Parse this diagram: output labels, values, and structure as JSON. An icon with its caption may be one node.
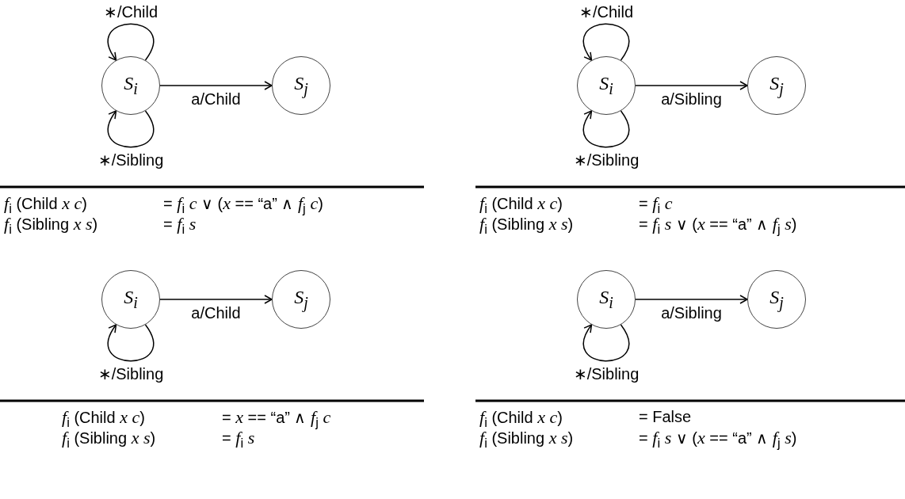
{
  "diagram": {
    "nodes": [
      {
        "text": [
          "S$_{i}$"
        ]
      },
      {
        "text": [
          "S$_{j}$"
        ]
      },
      {
        "text": [
          "S$_{i}$"
        ]
      },
      {
        "text": [
          "S$_{j}$"
        ]
      },
      {
        "text": [
          "S$_{i}$"
        ]
      },
      {
        "text": [
          "S$_{j}$"
        ]
      },
      {
        "text": [
          "S$_{i}$"
        ]
      },
      {
        "text": [
          "S$_{j}$"
        ]
      }
    ],
    "edges": [
      {
        "from": 0,
        "to": 0,
        "arrow": "to",
        "label": "∗/Child"
      },
      {
        "from": 0,
        "to": 1,
        "arrow": "to",
        "label": "a/Child"
      },
      {
        "from": 0,
        "to": 0,
        "arrow": "to",
        "label": "∗/Sibling"
      },
      {
        "from": 2,
        "to": 2,
        "arrow": "to",
        "label": "∗/Child"
      },
      {
        "from": 2,
        "to": 3,
        "arrow": "to",
        "label": "a/Sibling"
      },
      {
        "from": 2,
        "to": 2,
        "arrow": "to",
        "label": "∗/Sibling"
      },
      {
        "from": 4,
        "to": 5,
        "arrow": "to",
        "label": "a/Child"
      },
      {
        "from": 4,
        "to": 4,
        "arrow": "to",
        "label": "∗/Sibling"
      },
      {
        "from": 6,
        "to": 7,
        "arrow": "to",
        "label": "a/Sibling"
      },
      {
        "from": 6,
        "to": 6,
        "arrow": "to",
        "label": "∗/Sibling"
      }
    ],
    "labels": [
      "*f*$_{i}$ (Child *x* *c*)",
      "= *f*$_{i}$ *c* ∨ (*x* == “a” ∧ *f*$_{j}$ *c*)",
      "*f*$_{i}$ (Sibling *x* *s*)",
      "= *f*$_{i}$ *s*",
      "*f*$_{i}$ (Child *x* *c*)",
      "= *f*$_{i}$ *c*",
      "*f*$_{i}$ (Sibling *x* *s*)",
      "= *f*$_{i}$ *s* ∨ (*x* == “a” ∧ *f*$_{j}$ *s*)",
      "*f*$_{i}$ (Child *x* *c*)",
      "= *x* == “a” ∧ *f*$_{j}$ *c*",
      "*f*$_{i}$ (Sibling *x* *s*)",
      "= *f*$_{i}$ *s*",
      "*f*$_{i}$ (Child *x* *c*)",
      "= False",
      "*f*$_{i}$ (Sibling *x* *s*)",
      "= *f*$_{i}$ *s* ∨ (*x* == “a” ∧ *f*$_{j}$ *s*)"
    ]
  }
}
